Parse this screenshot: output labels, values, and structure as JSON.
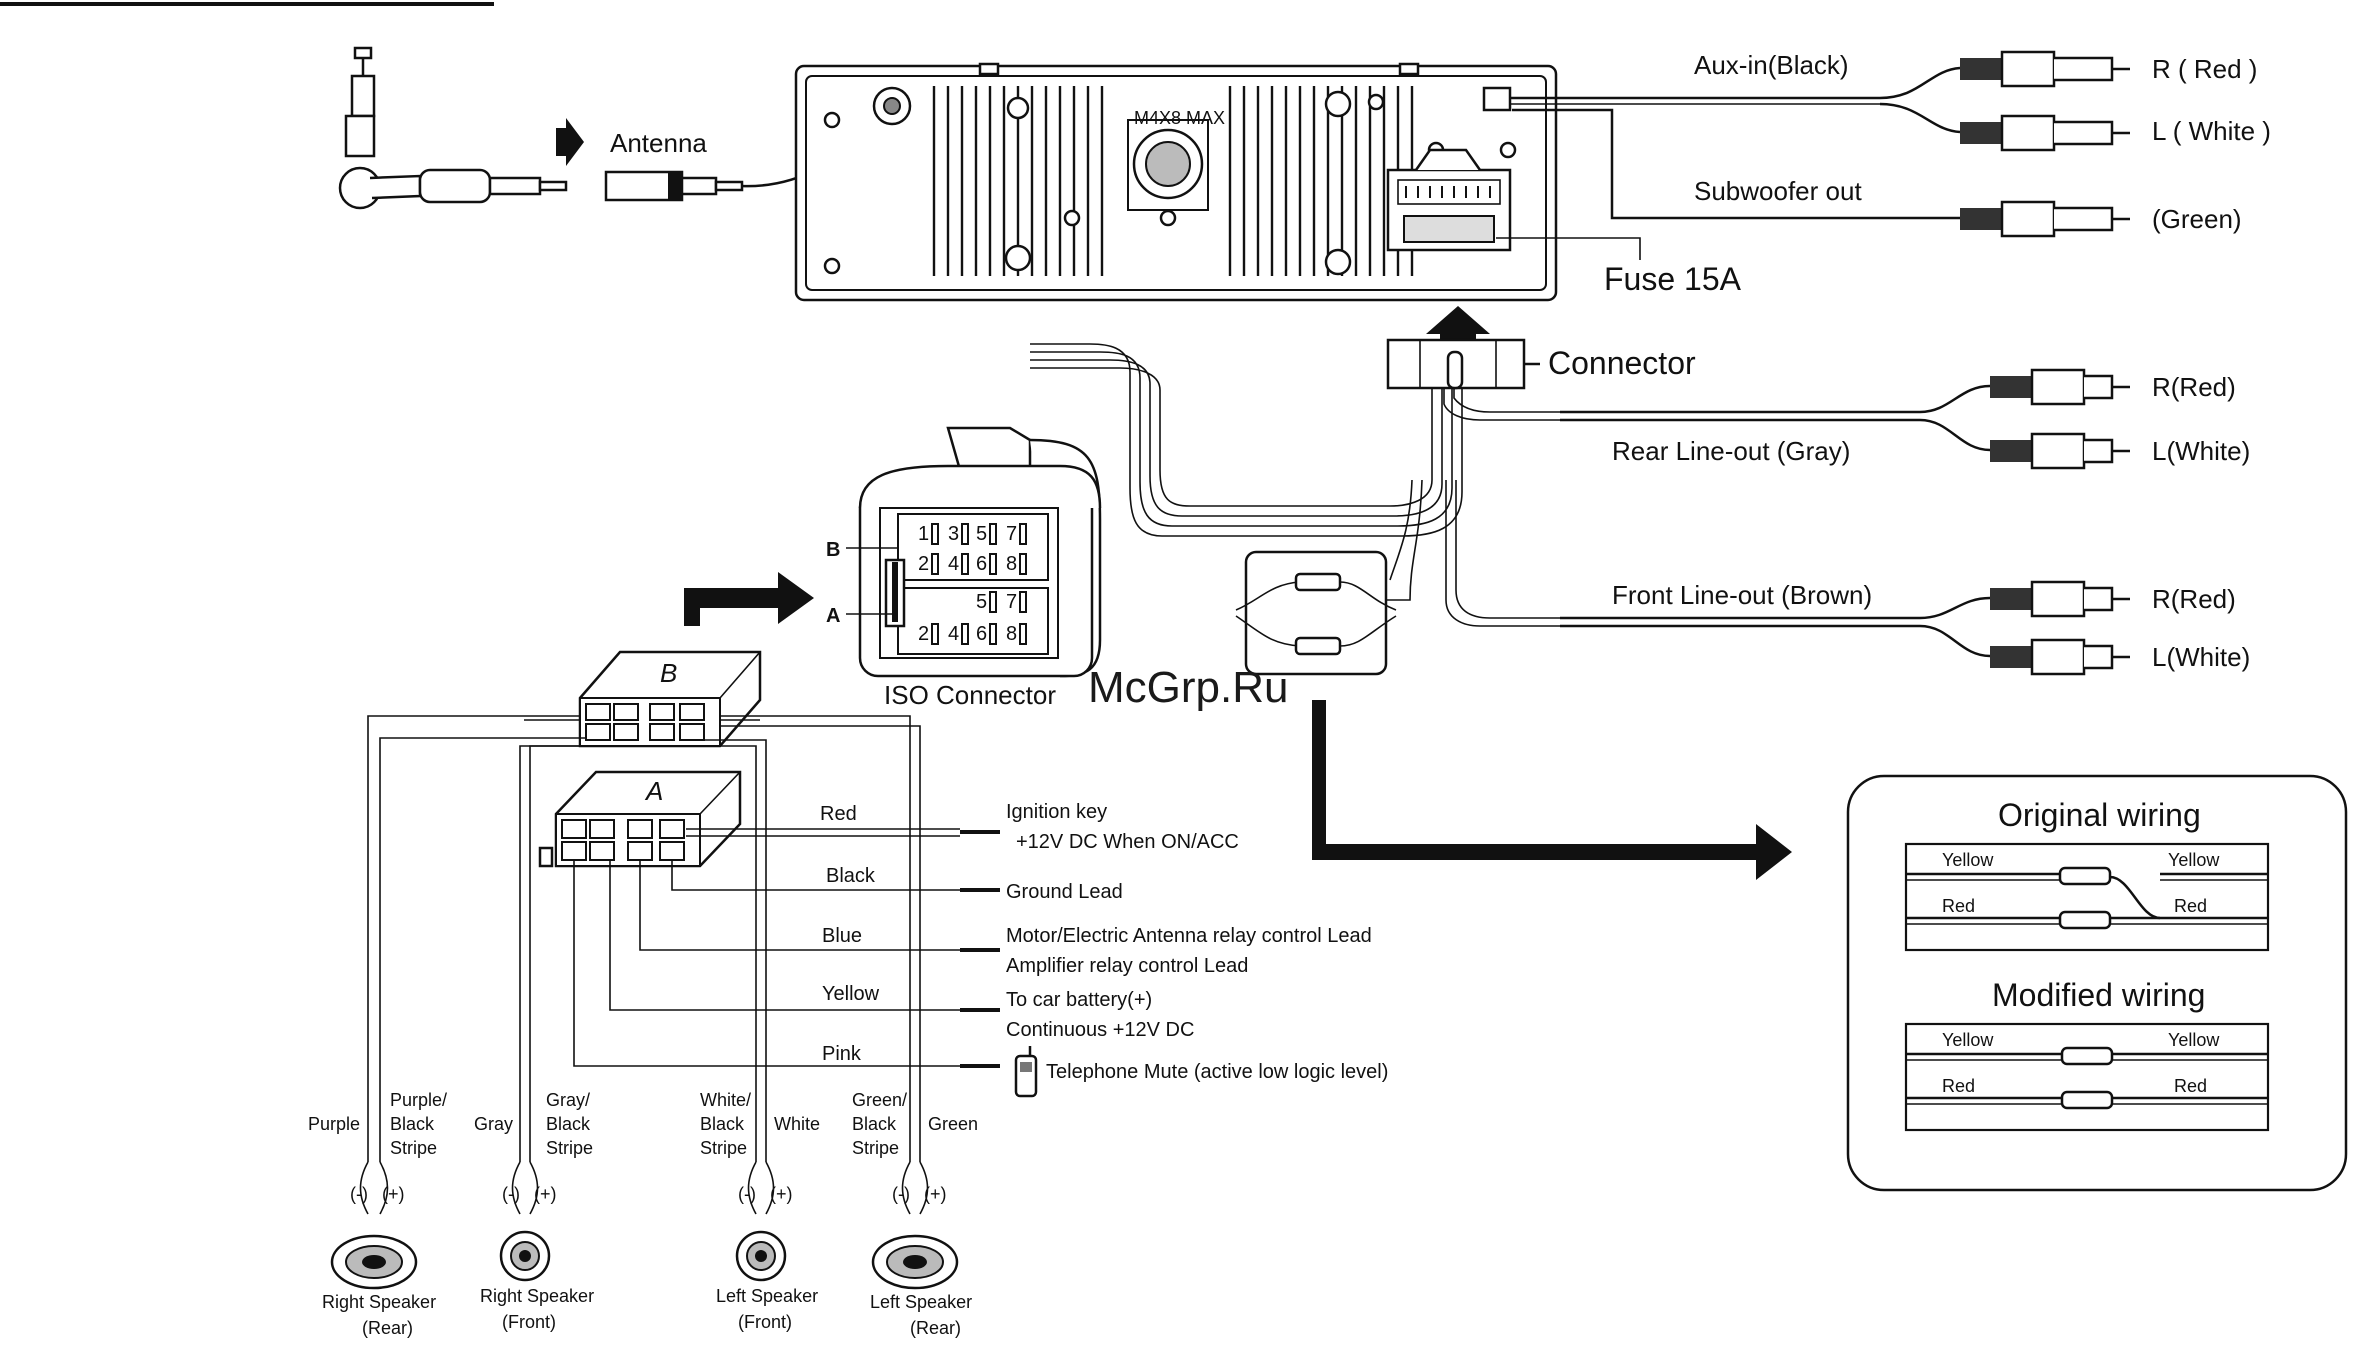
{
  "head_unit": {
    "marking": "M4X8 MAX"
  },
  "antenna": {
    "label": "Antenna"
  },
  "aux_in": {
    "label": "Aux-in(Black)",
    "right": "R ( Red )",
    "left": "L ( White )"
  },
  "subwoofer": {
    "label": "Subwoofer out",
    "color": "(Green)"
  },
  "fuse": {
    "label": "Fuse 15A"
  },
  "connector": {
    "label": "Connector"
  },
  "rear_line_out": {
    "label": "Rear Line-out (Gray)",
    "right": "R(Red)",
    "left": "L(White)"
  },
  "front_line_out": {
    "label": "Front Line-out (Brown)",
    "right": "R(Red)",
    "left": "L(White)"
  },
  "iso_connector": {
    "label": "ISO Connector",
    "block_b": "B",
    "block_a": "A",
    "pins_b": [
      "1",
      "2",
      "3",
      "4",
      "5",
      "6",
      "7",
      "8"
    ],
    "pins_a": [
      "2",
      "4",
      "5",
      "6",
      "7",
      "8"
    ]
  },
  "watermark": "McGrp.Ru",
  "harness": {
    "block_b": "B",
    "block_a": "A"
  },
  "wires": {
    "red": "Red",
    "black": "Black",
    "blue": "Blue",
    "yellow": "Yellow",
    "pink": "Pink"
  },
  "leads": {
    "ignition_1": "Ignition key",
    "ignition_2": "+12V DC When ON/ACC",
    "ground": "Ground Lead",
    "antenna_relay": "Motor/Electric Antenna relay control Lead",
    "amp_relay": "Amplifier relay control Lead",
    "battery_1": "To car battery(+)",
    "battery_2": "Continuous +12V DC",
    "telephone": "Telephone Mute (active low logic level)"
  },
  "speaker_wires": {
    "purple": "Purple",
    "purple_black": [
      "Purple/",
      "Black",
      "Stripe"
    ],
    "gray": "Gray",
    "gray_black": [
      "Gray/",
      "Black",
      "Stripe"
    ],
    "white_black": [
      "White/",
      "Black",
      "Stripe"
    ],
    "white": "White",
    "green_black": [
      "Green/",
      "Black",
      "Stripe"
    ],
    "green": "Green"
  },
  "polarity": {
    "neg": "(-)",
    "pos": "(+)"
  },
  "speakers": {
    "right_rear": [
      "Right Speaker",
      "(Rear)"
    ],
    "right_front": [
      "Right Speaker",
      "(Front)"
    ],
    "left_front": [
      "Left Speaker",
      "(Front)"
    ],
    "left_rear": [
      "Left Speaker",
      "(Rear)"
    ]
  },
  "wiring_box": {
    "original_title": "Original wiring",
    "modified_title": "Modified wiring",
    "yellow": "Yellow",
    "red": "Red"
  },
  "icons": [
    "antenna-icon",
    "arrow-right-icon",
    "arrow-up-icon",
    "phone-icon",
    "speaker-icon",
    "rca-plug-icon"
  ]
}
